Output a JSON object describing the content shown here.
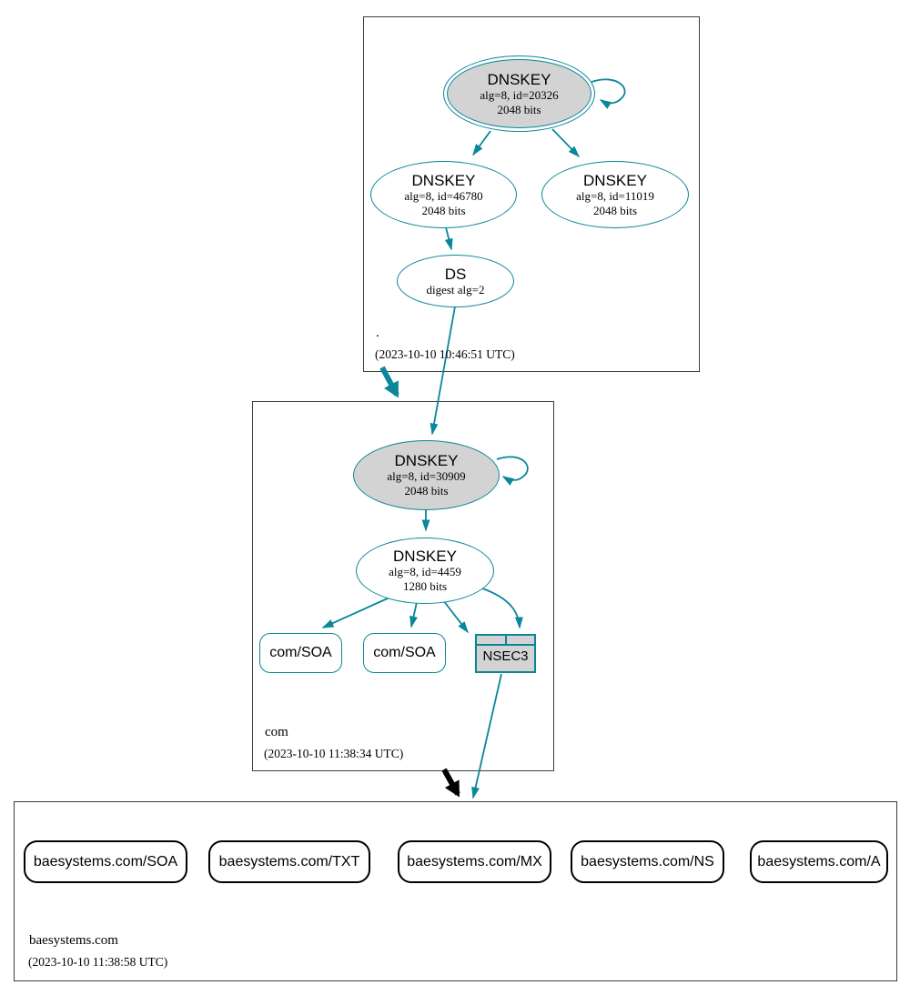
{
  "colors": {
    "secure": "#0a879a",
    "insecure": "#000000",
    "node_fill": "#d3d3d3"
  },
  "zones": {
    "root": {
      "label": ".",
      "timestamp": "(2023-10-10 10:46:51 UTC)",
      "nodes": {
        "ksk": {
          "title": "DNSKEY",
          "detail": "alg=8, id=20326",
          "bits": "2048 bits"
        },
        "zsk_left": {
          "title": "DNSKEY",
          "detail": "alg=8, id=46780",
          "bits": "2048 bits"
        },
        "zsk_right": {
          "title": "DNSKEY",
          "detail": "alg=8, id=11019",
          "bits": "2048 bits"
        },
        "ds": {
          "title": "DS",
          "detail": "digest alg=2"
        }
      }
    },
    "com": {
      "label": "com",
      "timestamp": "(2023-10-10 11:38:34 UTC)",
      "nodes": {
        "ksk": {
          "title": "DNSKEY",
          "detail": "alg=8, id=30909",
          "bits": "2048 bits"
        },
        "zsk": {
          "title": "DNSKEY",
          "detail": "alg=8, id=4459",
          "bits": "1280 bits"
        },
        "soa1": {
          "label": "com/SOA"
        },
        "soa2": {
          "label": "com/SOA"
        },
        "nsec3": {
          "label": "NSEC3"
        }
      }
    },
    "baesystems": {
      "label": "baesystems.com",
      "timestamp": "(2023-10-10 11:38:58 UTC)",
      "rrsets": [
        {
          "label": "baesystems.com/SOA"
        },
        {
          "label": "baesystems.com/TXT"
        },
        {
          "label": "baesystems.com/MX"
        },
        {
          "label": "baesystems.com/NS"
        },
        {
          "label": "baesystems.com/A"
        }
      ]
    }
  }
}
